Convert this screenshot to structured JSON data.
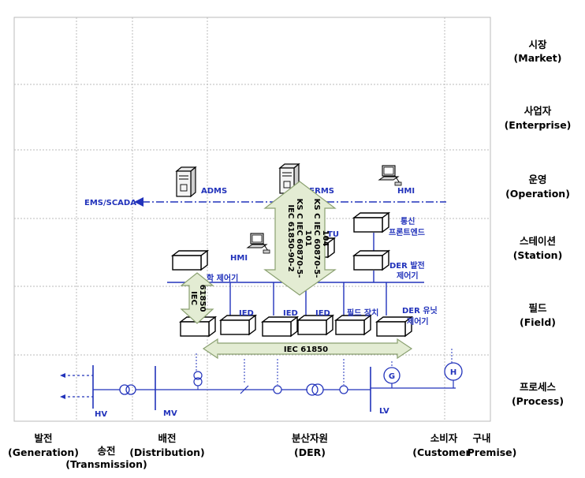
{
  "zones": [
    {
      "id": "market",
      "name": "시장",
      "en": "(Market)"
    },
    {
      "id": "enterprise",
      "name": "사업자",
      "en": "(Enterprise)"
    },
    {
      "id": "operation",
      "name": "운영",
      "en": "(Operation)"
    },
    {
      "id": "station",
      "name": "스테이션",
      "en": "(Station)"
    },
    {
      "id": "field",
      "name": "필드",
      "en": "(Field)"
    },
    {
      "id": "process",
      "name": "프로세스",
      "en": "(Process)"
    }
  ],
  "domains": [
    {
      "id": "generation",
      "name": "발전",
      "en": "(Generation)"
    },
    {
      "id": "transmission",
      "name": "송전",
      "en": "(Transmission)"
    },
    {
      "id": "distribution",
      "name": "배전",
      "en": "(Distribution)"
    },
    {
      "id": "der",
      "name": "분산자원",
      "en": "(DER)"
    },
    {
      "id": "customer",
      "name": "소비자",
      "en": "(Customer"
    },
    {
      "id": "premise",
      "name": "구내",
      "en": "Premise)"
    }
  ],
  "operation": {
    "adms": "ADMS",
    "derms": "DERMS",
    "hmi": "HMI",
    "ems_scada": "EMS/SCADA"
  },
  "station": {
    "comm_frontend_l1": "통신",
    "comm_frontend_l2": "프론트엔드",
    "hmi": "HMI",
    "rtu_partial": "TU",
    "der_plant_ctrl_l1": "DER 발전",
    "der_plant_ctrl_l2": "제어기",
    "site_ctrl_partial": "학 제어기"
  },
  "field": {
    "ied_1": "IED",
    "ied_2": "IED",
    "ied_3": "IED",
    "field_device": "필드 장치",
    "der_unit_ctrl_l1": "DER 유닛",
    "der_unit_ctrl_l2": "제어기"
  },
  "arrows": {
    "vertical_main_l1": "IEC 61850-90-2",
    "vertical_main_l2": "KS C IEC 60870-5-",
    "vertical_main_l3": "101",
    "vertical_main_l4": "KS C IEC 60870-5-",
    "vertical_main_l5": "104",
    "vertical_small_l1": "IEC",
    "vertical_small_l2": "61850",
    "horizontal": "IEC 61850"
  },
  "process": {
    "hv": "HV",
    "mv": "MV",
    "lv": "LV",
    "generator": "G",
    "load": "H"
  },
  "colors": {
    "grid": "#bbbbbb",
    "blue_line": "#2233bb",
    "arrow_fill": "#e3ecd3",
    "arrow_stroke": "#8aa070",
    "device_fill": "#ffffff"
  }
}
